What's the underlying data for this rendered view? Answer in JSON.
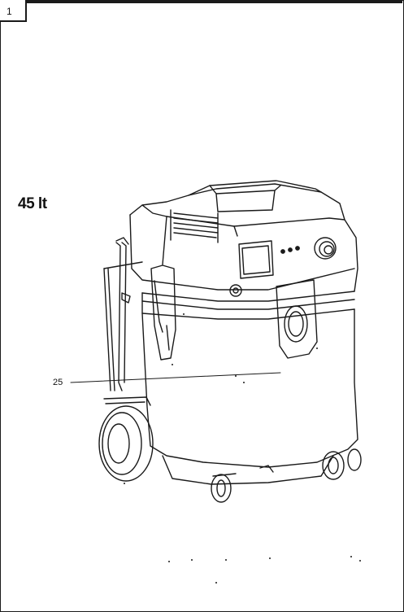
{
  "page": {
    "number": "1",
    "capacity_label": "45 lt",
    "callout_label": "25"
  },
  "colors": {
    "ink": "#1a1a1a",
    "paper": "#ffffff"
  },
  "icons": {
    "drawing": "vacuum-cleaner-line-drawing"
  }
}
